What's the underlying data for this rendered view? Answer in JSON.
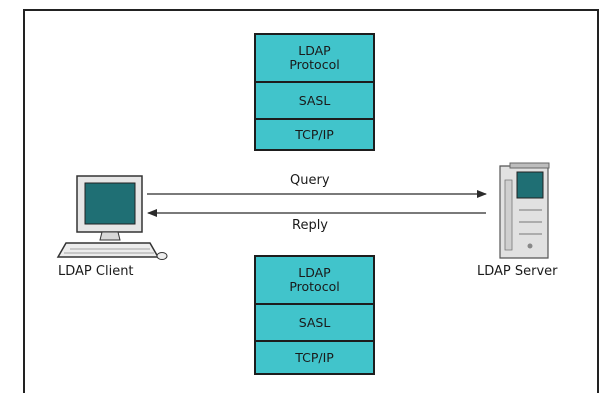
{
  "diagram": {
    "top_stack": [
      "LDAP\nProtocol",
      "SASL",
      "TCP/IP"
    ],
    "bottom_stack": [
      "LDAP\nProtocol",
      "SASL",
      "TCP/IP"
    ],
    "arrow_query": "Query",
    "arrow_reply": "Reply",
    "client_label": "LDAP Client",
    "server_label": "LDAP Server"
  },
  "colors": {
    "stack_fill": "#41c4cb",
    "screen_fill": "#1f6f74",
    "outline": "#1d1d1d"
  },
  "icons": {
    "client": "desktop-computer-icon",
    "server": "server-tower-icon"
  }
}
